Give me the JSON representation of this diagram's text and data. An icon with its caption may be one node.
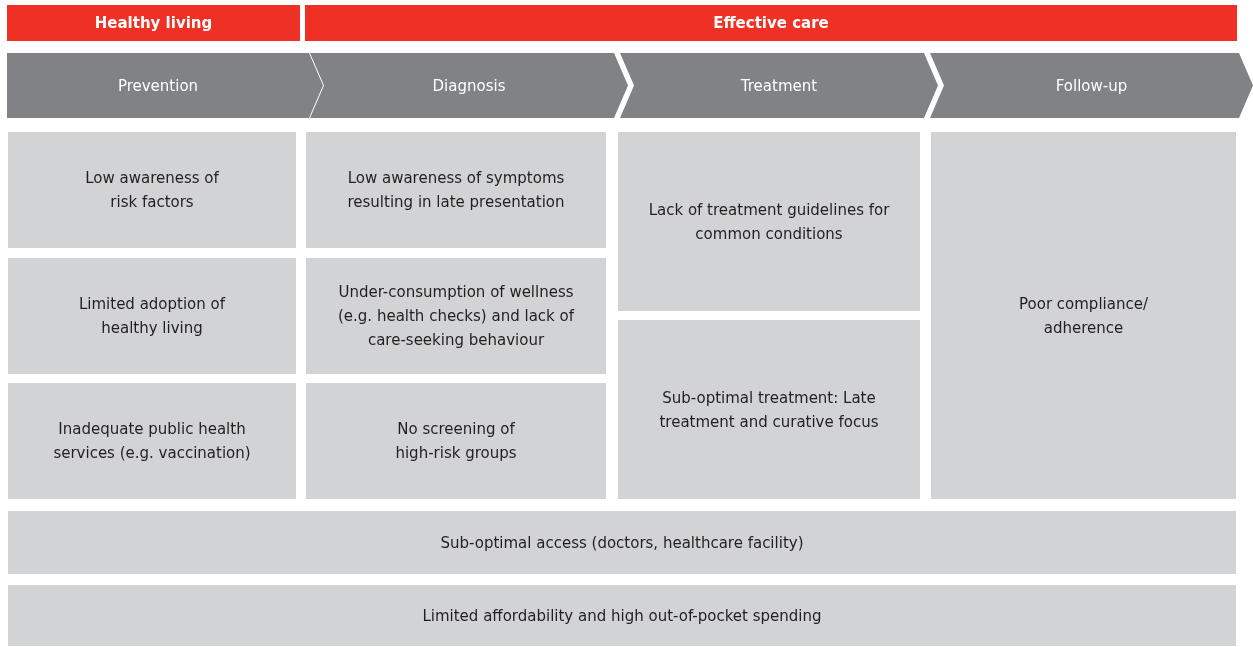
{
  "diagram": {
    "nodes": [
      {
        "text": [
          "Healthy living"
        ]
      },
      {
        "text": [
          "Effective care"
        ]
      },
      {
        "text": [
          "Prevention"
        ]
      },
      {
        "text": [
          "Diagnosis"
        ]
      },
      {
        "text": [
          "Treatment"
        ]
      },
      {
        "text": [
          "Follow-up"
        ]
      },
      {
        "text": [
          "Low awareness of risk factors"
        ]
      },
      {
        "text": [
          "Limited adoption of healthy living"
        ]
      },
      {
        "text": [
          "Inadequate public health services (e.g. vaccination)"
        ]
      },
      {
        "text": [
          "Low awareness of symptoms resulting in late presentation"
        ]
      },
      {
        "text": [
          "Under-consumption of wellness (e.g. health checks) and lack of care-seeking behaviour"
        ]
      },
      {
        "text": [
          "No screening of high-risk groups"
        ]
      },
      {
        "text": [
          "Lack of treatment guidelines for common conditions"
        ]
      },
      {
        "text": [
          "Sub-optimal treatment: Late treatment and curative focus"
        ]
      },
      {
        "text": [
          "Poor compliance/ adherence"
        ]
      },
      {
        "text": [
          "Sub-optimal access (doctors, healthcare facility)"
        ]
      },
      {
        "text": [
          "Limited affordability and high out-of-pocket spending"
        ]
      }
    ]
  }
}
